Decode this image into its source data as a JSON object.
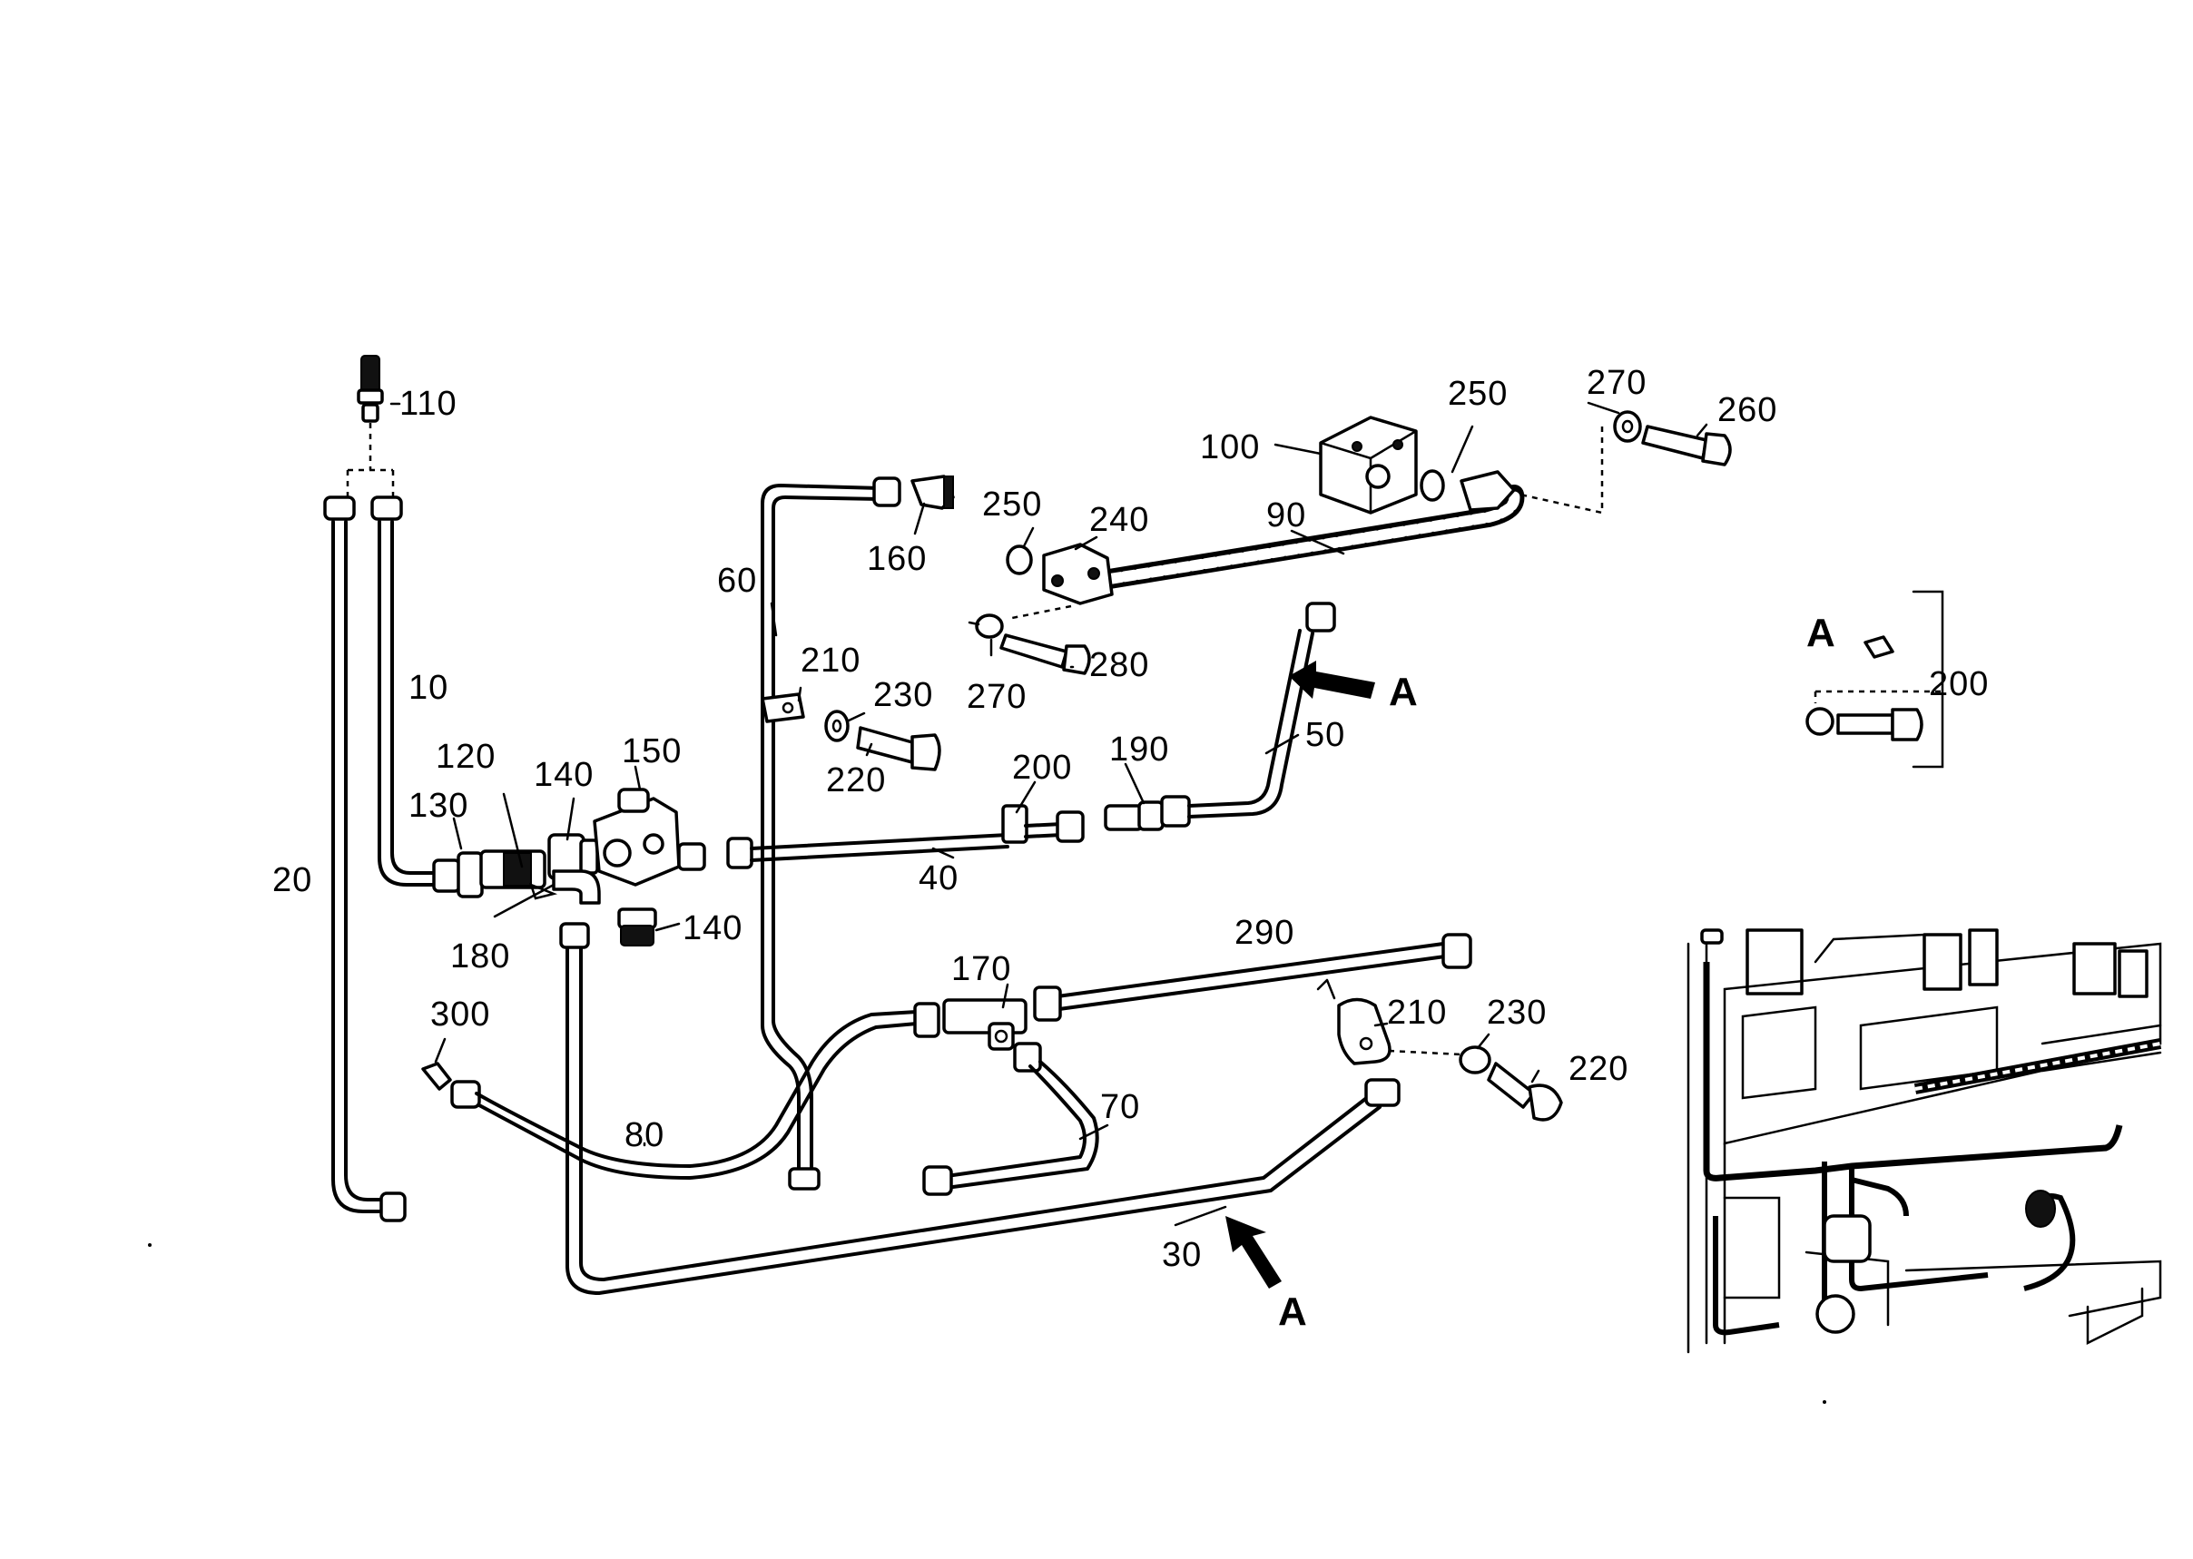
{
  "diagram": {
    "callouts": {
      "c110": "110",
      "c10": "10",
      "c20": "20",
      "c120": "120",
      "c130": "130",
      "c140a": "140",
      "c150": "150",
      "c140b": "140",
      "c180": "180",
      "c300": "300",
      "c80": "80",
      "c60": "60",
      "c160": "160",
      "c210a": "210",
      "c230a": "230",
      "c220a": "220",
      "c40": "40",
      "c200a": "200",
      "c190": "190",
      "c50": "50",
      "c100": "100",
      "c250a": "250",
      "c250b": "250",
      "c240": "240",
      "c90": "90",
      "c270a": "270",
      "c260": "260",
      "c270b": "270",
      "c280": "280",
      "c290": "290",
      "c170": "170",
      "c70": "70",
      "c210b": "210",
      "c230b": "230",
      "c220b": "220",
      "c30": "30",
      "c200b": "200"
    },
    "view_markers": {
      "arrow_a_upper": "A",
      "arrow_a_lower": "A",
      "detail_a": "A"
    }
  }
}
